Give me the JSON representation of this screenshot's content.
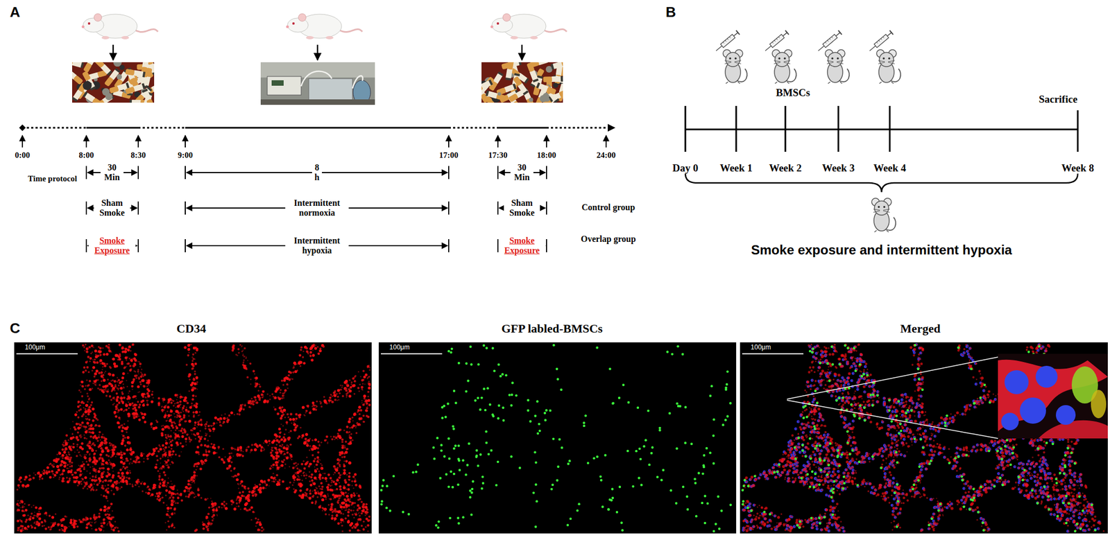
{
  "diagram": {
    "labels": [
      "A",
      "0:00",
      "8:00",
      "8:30",
      "9:00",
      "17:00",
      "17:30",
      "18:00",
      "24:00",
      "Time protocol",
      "30 Min",
      "8 h",
      "30 Min",
      "Sham Smoke",
      "Intermittent normoxia",
      "Sham Smoke",
      "Control group",
      "Smoke Exposure",
      "Intermittent hypoxia",
      "Smoke Exposure",
      "Overlap group",
      "B",
      "BMSCs",
      "Sacrifice",
      "Day 0",
      "Week 1",
      "Week 2",
      "Week 3",
      "Week 4",
      "Week 8",
      "Smoke exposure and intermittent hypoxia",
      "C",
      "CD34",
      "GFP labled-BMSCs",
      "Merged",
      "100μm",
      "100μm",
      "100μm"
    ]
  }
}
